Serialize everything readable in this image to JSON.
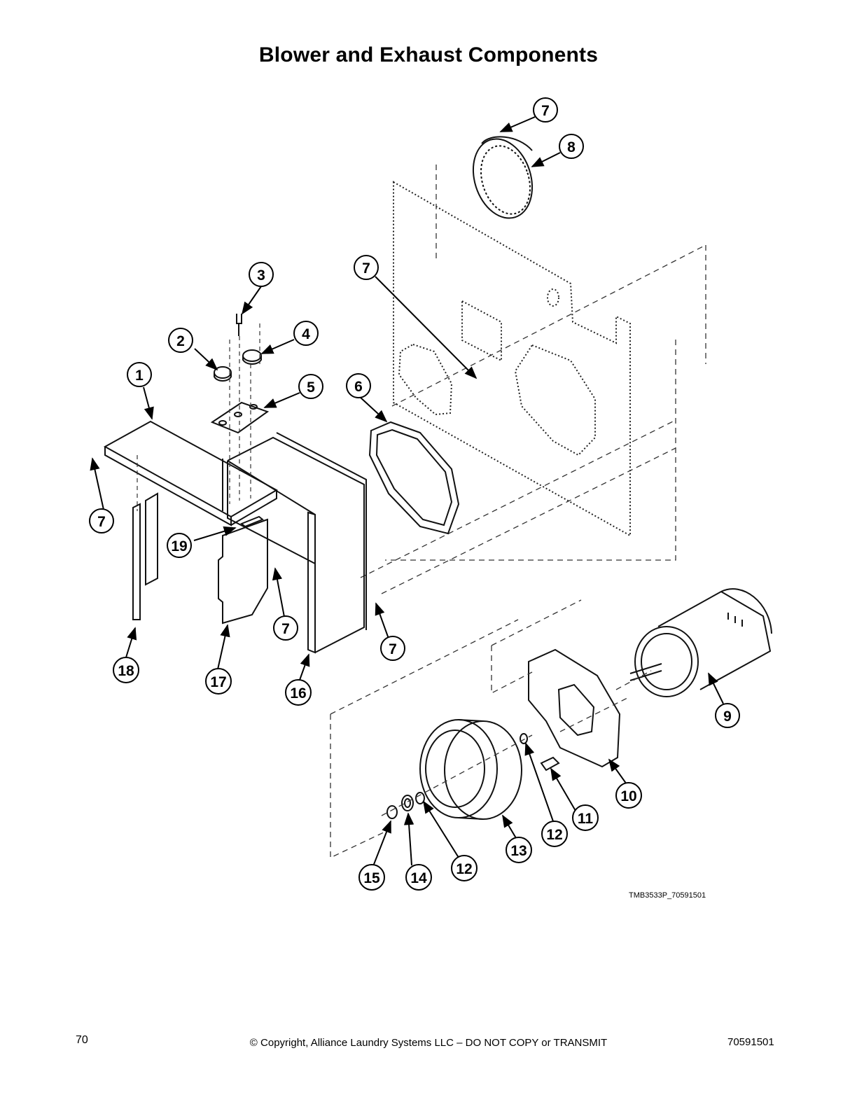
{
  "page": {
    "title": "Blower and Exhaust Components",
    "figure_id": "TMB3533P_70591501",
    "page_number": "70",
    "copyright": "© Copyright, Alliance Laundry Systems LLC – DO NOT COPY or TRANSMIT",
    "document_number": "70591501"
  },
  "callouts": [
    {
      "id": "c7a",
      "label": "7"
    },
    {
      "id": "c8",
      "label": "8"
    },
    {
      "id": "c3",
      "label": "3"
    },
    {
      "id": "c7b",
      "label": "7"
    },
    {
      "id": "c2",
      "label": "2"
    },
    {
      "id": "c4",
      "label": "4"
    },
    {
      "id": "c1",
      "label": "1"
    },
    {
      "id": "c5",
      "label": "5"
    },
    {
      "id": "c6",
      "label": "6"
    },
    {
      "id": "c7c",
      "label": "7"
    },
    {
      "id": "c19",
      "label": "19"
    },
    {
      "id": "c7d",
      "label": "7"
    },
    {
      "id": "c7e",
      "label": "7"
    },
    {
      "id": "c18",
      "label": "18"
    },
    {
      "id": "c17",
      "label": "17"
    },
    {
      "id": "c16",
      "label": "16"
    },
    {
      "id": "c9",
      "label": "9"
    },
    {
      "id": "c10",
      "label": "10"
    },
    {
      "id": "c11",
      "label": "11"
    },
    {
      "id": "c12a",
      "label": "12"
    },
    {
      "id": "c13",
      "label": "13"
    },
    {
      "id": "c12b",
      "label": "12"
    },
    {
      "id": "c14",
      "label": "14"
    },
    {
      "id": "c15",
      "label": "15"
    }
  ]
}
